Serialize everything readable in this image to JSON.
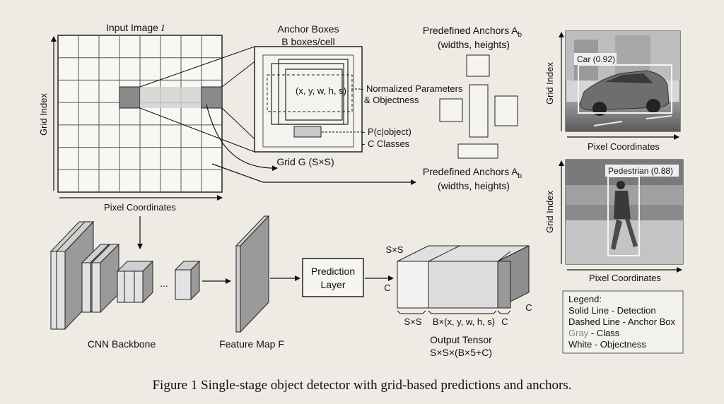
{
  "input": {
    "title_prefix": "Input Image ",
    "title_var": "I",
    "y_axis": "Grid Index",
    "x_axis": "Pixel Coordinates"
  },
  "anchor_zoom": {
    "title_line1": "Anchor Boxes",
    "title_line2": "B boxes/cell",
    "params": "(x, y, w, h, s)",
    "norm_line1": "- Normalized Parameters",
    "norm_line2": "& Objectness",
    "pc_line1": "- P(c|object)",
    "pc_line2": "- C Classes",
    "grid_label": "Grid G (S×S)"
  },
  "predefined_top": {
    "line1": "Predefined Anchors A",
    "sub": "b",
    "line2": "(widths, heights)"
  },
  "predefined_mid": {
    "line1": "Predefined Anchors A",
    "sub": "b",
    "line2": "(widths, heights)"
  },
  "pipeline": {
    "cnn_label": "CNN Backbone",
    "dots": "...",
    "feature_label": "Feature Map F",
    "prediction_line1": "Prediction",
    "prediction_line2": "Layer"
  },
  "tensor": {
    "top_label": "S×S",
    "side_label": "C",
    "right_label": "C",
    "bottom_ss": "S×S",
    "bottom_b": "B×(x, y, w, h, s)",
    "bottom_c": "C",
    "title": "Output Tensor",
    "formula": "S×S×(B×5+C)"
  },
  "photo_car": {
    "tag": "Car (0.92)",
    "y_axis": "Grid Index",
    "x_axis": "Pixel Coordinates"
  },
  "photo_ped": {
    "tag": "Pedestrian (0.88)",
    "y_axis": "Grid Index",
    "x_axis": "Pixel Coordinates"
  },
  "legend": {
    "title": "Legend:",
    "solid": "Solid Line - Detection",
    "dashed": "Dashed Line - Anchor Box",
    "gray_word": "Gray",
    "gray_rest": " - Class",
    "white": "White - Objectness"
  },
  "caption": "Figure 1 Single-stage object detector with grid-based predictions and anchors."
}
